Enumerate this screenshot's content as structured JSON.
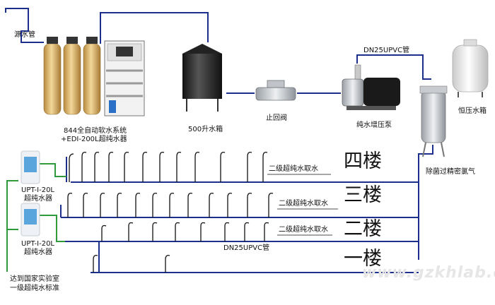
{
  "labels": {
    "source_pipe": "源水管",
    "softener_line1": "844全自动软水系统",
    "softener_line2": "+EDI-200L超纯水器",
    "tank500": "500升水箱",
    "check_valve": "止回阀",
    "booster_pump": "纯水增压泵",
    "pressure_tank": "恒压水箱",
    "dn25_top": "DN25UPVC管",
    "filter": "除菌过精密氯气",
    "unit1_line1": "UPT-I-20L",
    "unit1_line2": "超纯水器",
    "unit2_line1": "UPT-I-20L",
    "unit2_line2": "超纯水器",
    "standard_line1": "达到国家实验室",
    "standard_line2": "一级超纯水标准",
    "dn25_bottom": "DN25UPVC管",
    "tap_label_4": "二级超纯水取水",
    "tap_label_3": "二级超纯水取水",
    "tap_label_2": "二级超纯水取水"
  },
  "floors": [
    "四楼",
    "三楼",
    "二楼",
    "一楼"
  ],
  "watermark": "www.gzkhlab.com",
  "colors": {
    "pipe": "#1c2f8c",
    "green_pipe": "#2e9a3a",
    "tap": "#111111"
  }
}
